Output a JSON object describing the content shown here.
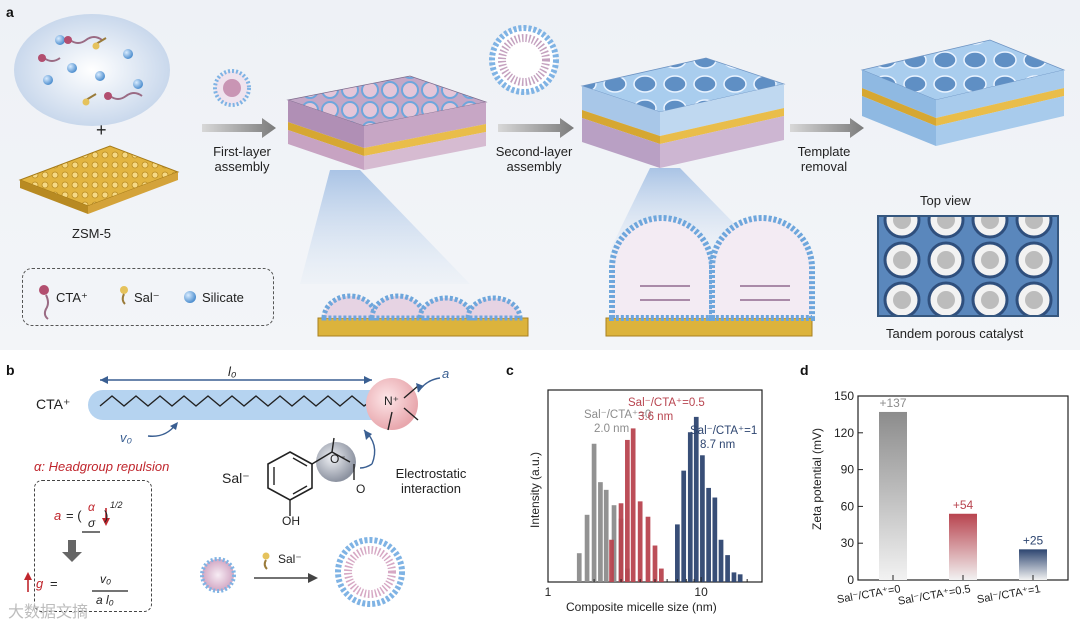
{
  "panel_a": {
    "label": "a",
    "zsm_label": "ZSM-5",
    "plus": "+",
    "step1_line1": "First-layer",
    "step1_line2": "assembly",
    "step2_line1": "Second-layer",
    "step2_line2": "assembly",
    "step3_line1": "Template",
    "step3_line2": "removal",
    "top_view": "Top view",
    "catalyst_label": "Tandem porous catalyst",
    "legend": {
      "cta": "CTA⁺",
      "sal": "Sal⁻",
      "silicate": "Silicate"
    },
    "colors": {
      "zsm": "#e0b43c",
      "silica": "#8fb9e2",
      "cta": "#c9869a"
    }
  },
  "panel_b": {
    "label": "b",
    "cta": "CTA⁺",
    "l0": "l₀",
    "a": "a",
    "v0": "v₀",
    "n_plus": "N⁺",
    "alpha_title": "α: Headgroup repulsion",
    "sal": "Sal⁻",
    "o_minus": "O⁻",
    "o": "O",
    "oh": "OH",
    "electrostatic_line1": "Electrostatic",
    "electrostatic_line2": "interaction",
    "eq1_lhs": "a",
    "eq1_rhs_num": "α",
    "eq1_rhs_den": "σ",
    "eq1_exp": "1/2",
    "eq2_lhs": "g",
    "eq2_num": "v₀",
    "eq2_den": "a l₀",
    "arrow_sal": "Sal⁻"
  },
  "panel_c": {
    "label": "c",
    "chart_data": {
      "type": "bar",
      "xscale": "log",
      "xlim": [
        1,
        25
      ],
      "xticks": [
        "1",
        "10"
      ],
      "xlabel": "Composite micelle size (nm)",
      "ylabel": "Intensity (a.u.)",
      "series": [
        {
          "name": "Sal⁻/CTA⁺=0",
          "annotation": "2.0 nm",
          "color": "#8c8c8c",
          "x": [
            1.6,
            1.8,
            2.0,
            2.2,
            2.4,
            2.7,
            3.0,
            3.3
          ],
          "y": [
            0.15,
            0.35,
            0.72,
            0.52,
            0.48,
            0.4,
            0.33,
            0.07
          ]
        },
        {
          "name": "Sal⁻/CTA⁺=0.5",
          "annotation": "3.6 nm",
          "color": "#b8444f",
          "x": [
            2.6,
            3.0,
            3.3,
            3.6,
            4.0,
            4.5,
            5.0,
            5.5
          ],
          "y": [
            0.22,
            0.41,
            0.74,
            0.8,
            0.42,
            0.34,
            0.19,
            0.07
          ]
        },
        {
          "name": "Sal⁻/CTA⁺=1",
          "annotation": "8.7 nm",
          "color": "#2d4570",
          "x": [
            7.0,
            7.7,
            8.5,
            9.3,
            10.2,
            11.2,
            12.3,
            13.5,
            14.9,
            16.4,
            18.0
          ],
          "y": [
            0.3,
            0.58,
            0.78,
            0.86,
            0.66,
            0.49,
            0.44,
            0.22,
            0.14,
            0.05,
            0.04
          ]
        }
      ]
    }
  },
  "panel_d": {
    "label": "d",
    "chart_data": {
      "type": "bar",
      "categories": [
        "Sal⁻/CTA⁺=0",
        "Sal⁻/CTA⁺=0.5",
        "Sal⁻/CTA⁺=1"
      ],
      "values": [
        137,
        54,
        25
      ],
      "value_labels": [
        "+137",
        "+54",
        "+25"
      ],
      "ylabel": "Zeta potential (mV)",
      "ylim": [
        0,
        150
      ],
      "yticks": [
        "0",
        "30",
        "60",
        "90",
        "120",
        "150"
      ],
      "colors": [
        "#8c8c8c",
        "#b8444f",
        "#2d4570"
      ]
    }
  },
  "watermark": "大数据文摘"
}
